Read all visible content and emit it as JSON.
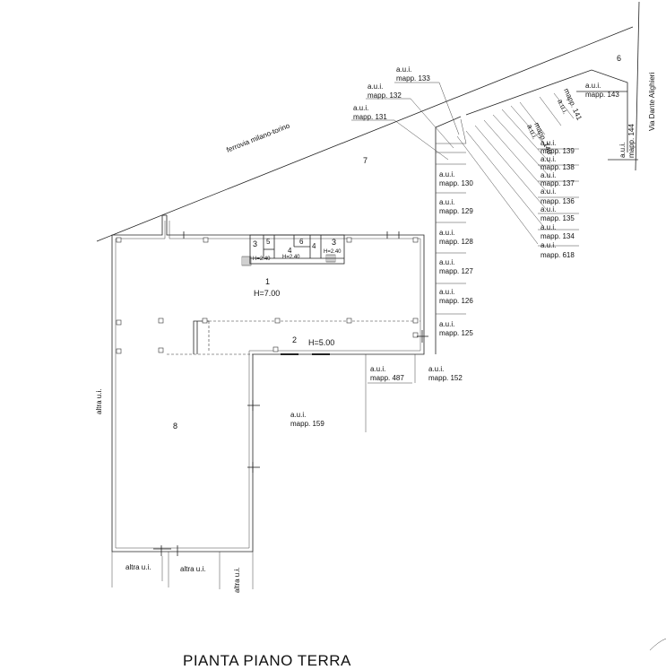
{
  "title": "PIANTA PIANO TERRA",
  "railway_label": "ferrovia milano-torino",
  "street_label": "Via Dante Alighieri",
  "rooms": {
    "r1_num": "1",
    "r1_h": "H=7.00",
    "r2_num": "2",
    "r2_h": "H=5.00",
    "r3a": "3",
    "r3b": "3",
    "r4a": "4",
    "r4b": "4",
    "r5": "5",
    "r6": "6",
    "h240a": "H=2.40",
    "h240b": "H=2.40",
    "h240c": "H=2.40",
    "r7": "7",
    "r8": "8",
    "r6_site": "6"
  },
  "aui": "a.u.i.",
  "mapp": {
    "m133": "mapp. 133",
    "m132": "mapp. 132",
    "m131": "mapp. 131",
    "m130": "mapp. 130",
    "m129": "mapp. 129",
    "m128": "mapp. 128",
    "m127": "mapp. 127",
    "m126": "mapp. 126",
    "m125": "mapp. 125",
    "m139": "mapp. 139",
    "m138": "mapp. 138",
    "m137": "mapp. 137",
    "m136": "mapp. 136",
    "m135": "mapp. 135",
    "m134": "mapp. 134",
    "m618": "mapp. 618",
    "m143": "mapp. 143",
    "m144": "mapp. 144",
    "m140": "mapp. 140",
    "m141": "mapp. 141",
    "m487": "mapp. 487",
    "m152": "mapp. 152",
    "m159": "mapp. 159"
  },
  "altra": "altra u.i."
}
